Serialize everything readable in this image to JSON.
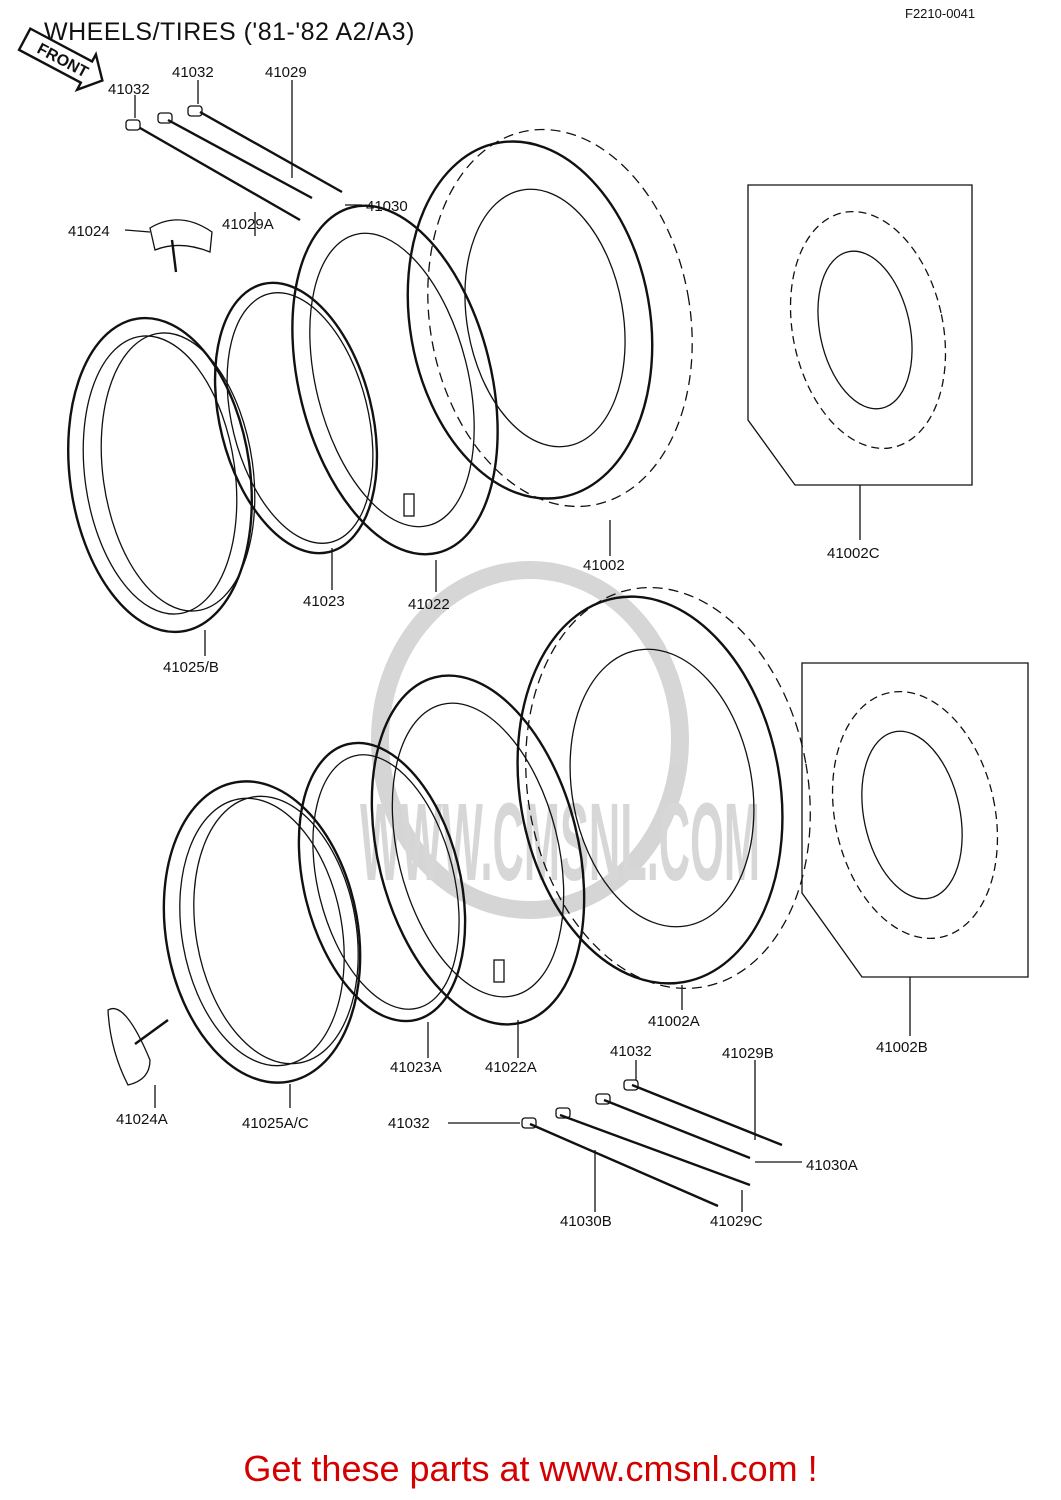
{
  "title": "WHEELS/TIRES ('81-'82 A2/A3)",
  "doc_id": "F2210-0041",
  "front_arrow_label": "FRONT",
  "watermark_text": "WWW.CMSNL.COM",
  "footer": "Get these parts at www.cmsnl.com !",
  "parts_top": {
    "p41032_a": "41032",
    "p41032_b": "41032",
    "p41029": "41029",
    "p41030": "41030",
    "p41024": "41024",
    "p41029A": "41029A",
    "p41002": "41002",
    "p41002C": "41002C",
    "p41023": "41023",
    "p41022": "41022",
    "p41025B": "41025/B"
  },
  "parts_bottom": {
    "p41002A": "41002A",
    "p41002B": "41002B",
    "p41032_c": "41032",
    "p41029B": "41029B",
    "p41023A": "41023A",
    "p41022A": "41022A",
    "p41024A": "41024A",
    "p41025AC": "41025A/C",
    "p41032_d": "41032",
    "p41030A": "41030A",
    "p41030B": "41030B",
    "p41029C": "41029C"
  },
  "colors": {
    "footer": "#d40000",
    "ink": "#111111"
  }
}
